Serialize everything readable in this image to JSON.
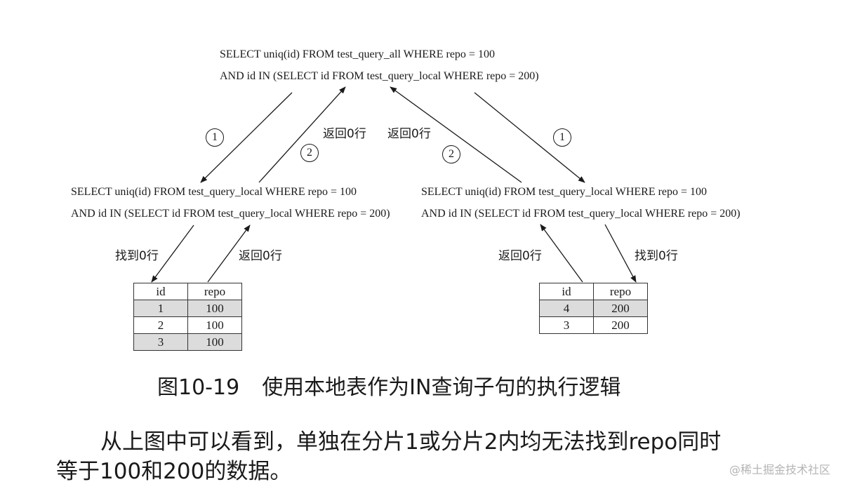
{
  "top_query": {
    "line1": "SELECT uniq(id) FROM test_query_all WHERE repo = 100",
    "line2": "AND id IN (SELECT id FROM test_query_local WHERE repo = 200)"
  },
  "left_query": {
    "line1": "SELECT uniq(id) FROM test_query_local WHERE repo = 100",
    "line2": "AND id IN (SELECT id FROM test_query_local WHERE repo = 200)"
  },
  "right_query": {
    "line1": "SELECT uniq(id) FROM test_query_local WHERE repo = 100",
    "line2": "AND id IN (SELECT id FROM test_query_local WHERE repo = 200)"
  },
  "step_markers": {
    "one": "1",
    "two": "2"
  },
  "edge_labels": {
    "return_zero": "返回0行",
    "found_zero": "找到0行"
  },
  "left_table": {
    "headers": [
      "id",
      "repo"
    ],
    "rows": [
      [
        "1",
        "100"
      ],
      [
        "2",
        "100"
      ],
      [
        "3",
        "100"
      ]
    ]
  },
  "right_table": {
    "headers": [
      "id",
      "repo"
    ],
    "rows": [
      [
        "4",
        "200"
      ],
      [
        "3",
        "200"
      ]
    ]
  },
  "caption": {
    "number": "图10-19",
    "title": "使用本地表作为IN查询子句的执行逻辑"
  },
  "paragraph": {
    "line1": "从上图中可以看到，单独在分片1或分片2内均无法找到repo同时",
    "line2": "等于100和200的数据。"
  },
  "watermark": "@稀土掘金技术社区"
}
